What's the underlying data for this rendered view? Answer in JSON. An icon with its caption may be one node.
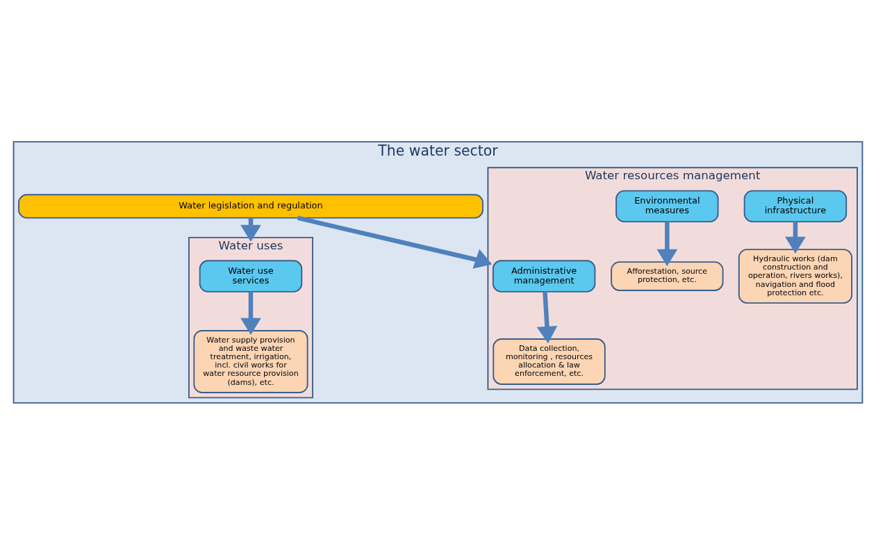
{
  "diagram": {
    "nodes": [
      {
        "text": [
          "The water sector"
        ]
      },
      {
        "text": [
          "Water legislation and regulation"
        ],
        "in": 0
      },
      {
        "text": [
          "Water uses"
        ],
        "in": 0
      },
      {
        "text": [
          "Water use services"
        ],
        "in": 2
      },
      {
        "text": [
          "Water supply provision and waste water treatment, irrigation, incl. civil works for water resource provision (dams), etc."
        ],
        "in": 2
      },
      {
        "text": [
          "Water resources management"
        ],
        "in": 0
      },
      {
        "text": [
          "Administrative management"
        ],
        "in": 5
      },
      {
        "text": [
          "Physical infrastructure"
        ],
        "in": 5
      },
      {
        "text": [
          "Environmental measures"
        ],
        "in": 5
      },
      {
        "text": [
          "Data collection, monitoring , resources allocation & law enforcement, etc."
        ],
        "in": 5
      },
      {
        "text": [
          "Hydraulic works (dam construction and operation, rivers works), navigation and flood protection etc."
        ],
        "in": 5
      },
      {
        "text": [
          "Afforestation, source protection, etc."
        ],
        "in": 5
      }
    ],
    "edges": [
      {
        "from": 1,
        "to": 2,
        "arrow": "to"
      },
      {
        "from": 1,
        "to": 5,
        "arrow": "to"
      },
      {
        "from": 3,
        "to": 4,
        "arrow": "to"
      },
      {
        "from": 6,
        "to": 9,
        "arrow": "to"
      },
      {
        "from": 7,
        "to": 10,
        "arrow": "to"
      },
      {
        "from": 8,
        "to": 11,
        "arrow": "to"
      }
    ]
  }
}
